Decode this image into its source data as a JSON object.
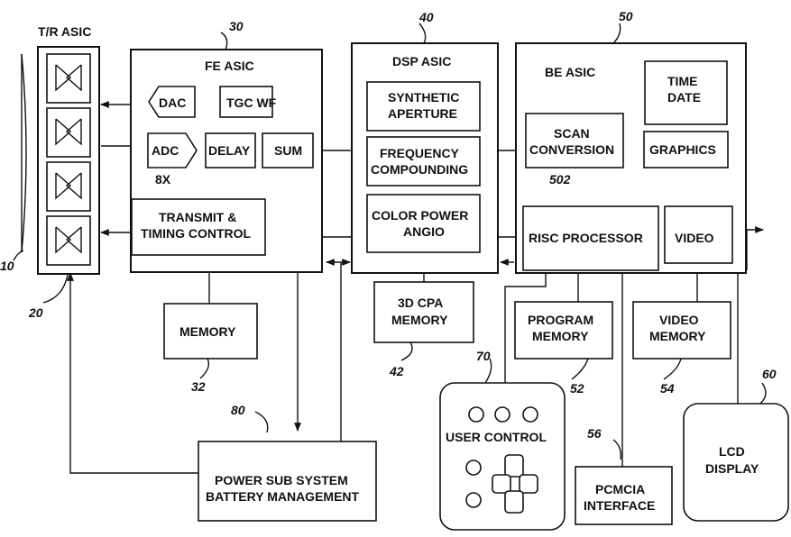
{
  "colors": {
    "ink": "#111111",
    "paper": "#ffffff"
  },
  "labels": {
    "tr_asic": "T/R ASIC",
    "fe_asic": "FE ASIC",
    "dsp_asic": "DSP ASIC",
    "be_asic": "BE ASIC",
    "dac": "DAC",
    "tgc_wf": "TGC WF",
    "adc": "ADC",
    "adc_count": "8X",
    "delay": "DELAY",
    "sum": "SUM",
    "transmit_1": "TRANSMIT &",
    "transmit_2": "TIMING CONTROL",
    "memory": "MEMORY",
    "synthetic_1": "SYNTHETIC",
    "synthetic_2": "APERTURE",
    "freq_1": "FREQUENCY",
    "freq_2": "COMPOUNDING",
    "color_1": "COLOR POWER",
    "color_2": "ANGIO",
    "cpa_1": "3D CPA",
    "cpa_2": "MEMORY",
    "time_1": "TIME",
    "time_2": "DATE",
    "scan_1": "SCAN",
    "scan_2": "CONVERSION",
    "graphics": "GRAPHICS",
    "risc": "RISC PROCESSOR",
    "video": "VIDEO",
    "program_1": "PROGRAM",
    "program_2": "MEMORY",
    "video_mem_1": "VIDEO",
    "video_mem_2": "MEMORY",
    "user_control": "USER CONTROL",
    "pcmcia_1": "PCMCIA",
    "pcmcia_2": "INTERFACE",
    "lcd_1": "LCD",
    "lcd_2": "DISPLAY",
    "power_1": "POWER SUB SYSTEM",
    "power_2": "BATTERY MANAGEMENT"
  },
  "refs": {
    "r10": "10",
    "r20": "20",
    "r30": "30",
    "r32": "32",
    "r40": "40",
    "r42": "42",
    "r50": "50",
    "r52": "52",
    "r54": "54",
    "r56": "56",
    "r60": "60",
    "r70": "70",
    "r80": "80",
    "r502": "502"
  }
}
